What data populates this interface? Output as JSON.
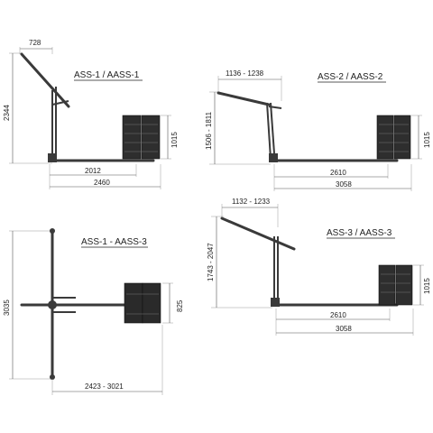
{
  "diagrams": {
    "ass1": {
      "title": "ASS-1 / AASS-1",
      "dim_arm": "728",
      "dim_height": "2344",
      "dim_weight": "1015",
      "dim_inner": "2012",
      "dim_total": "2460"
    },
    "ass2": {
      "title": "ASS-2 / AASS-2",
      "dim_arm": "1136 - 1238",
      "dim_height": "1506 - 1811",
      "dim_weight": "1015",
      "dim_inner": "2610",
      "dim_total": "3058"
    },
    "top_view": {
      "title": "ASS-1 - AASS-3",
      "dim_height": "3035",
      "dim_weight": "825",
      "dim_total": "2423 - 3021"
    },
    "ass3": {
      "title": "ASS-3 / AASS-3",
      "dim_arm": "1132 - 1233",
      "dim_height": "1743 - 2047",
      "dim_weight": "1015",
      "dim_inner": "2610",
      "dim_total": "3058"
    }
  }
}
